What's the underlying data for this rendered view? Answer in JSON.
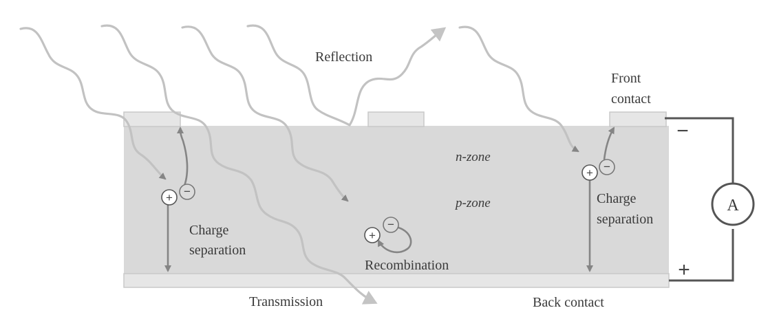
{
  "labels": {
    "reflection": "Reflection",
    "front_contact_line1": "Front",
    "front_contact_line2": "contact",
    "n_zone": "n-zone",
    "p_zone": "p-zone",
    "charge_separation_left_line1": "Charge",
    "charge_separation_left_line2": "separation",
    "charge_separation_right_line1": "Charge",
    "charge_separation_right_line2": "separation",
    "recombination": "Recombination",
    "transmission": "Transmission",
    "back_contact": "Back contact",
    "ammeter": "A",
    "minus_terminal": "−",
    "plus_terminal": "+",
    "hole_symbol": "+",
    "electron_symbol": "−"
  },
  "colors": {
    "cell_body": "#d9d9d9",
    "contact": "#e6e6e6",
    "light_wave": "#c2c2c2",
    "circuit_wire": "#555555",
    "arrow": "#858585",
    "text": "#3a3a3a"
  }
}
